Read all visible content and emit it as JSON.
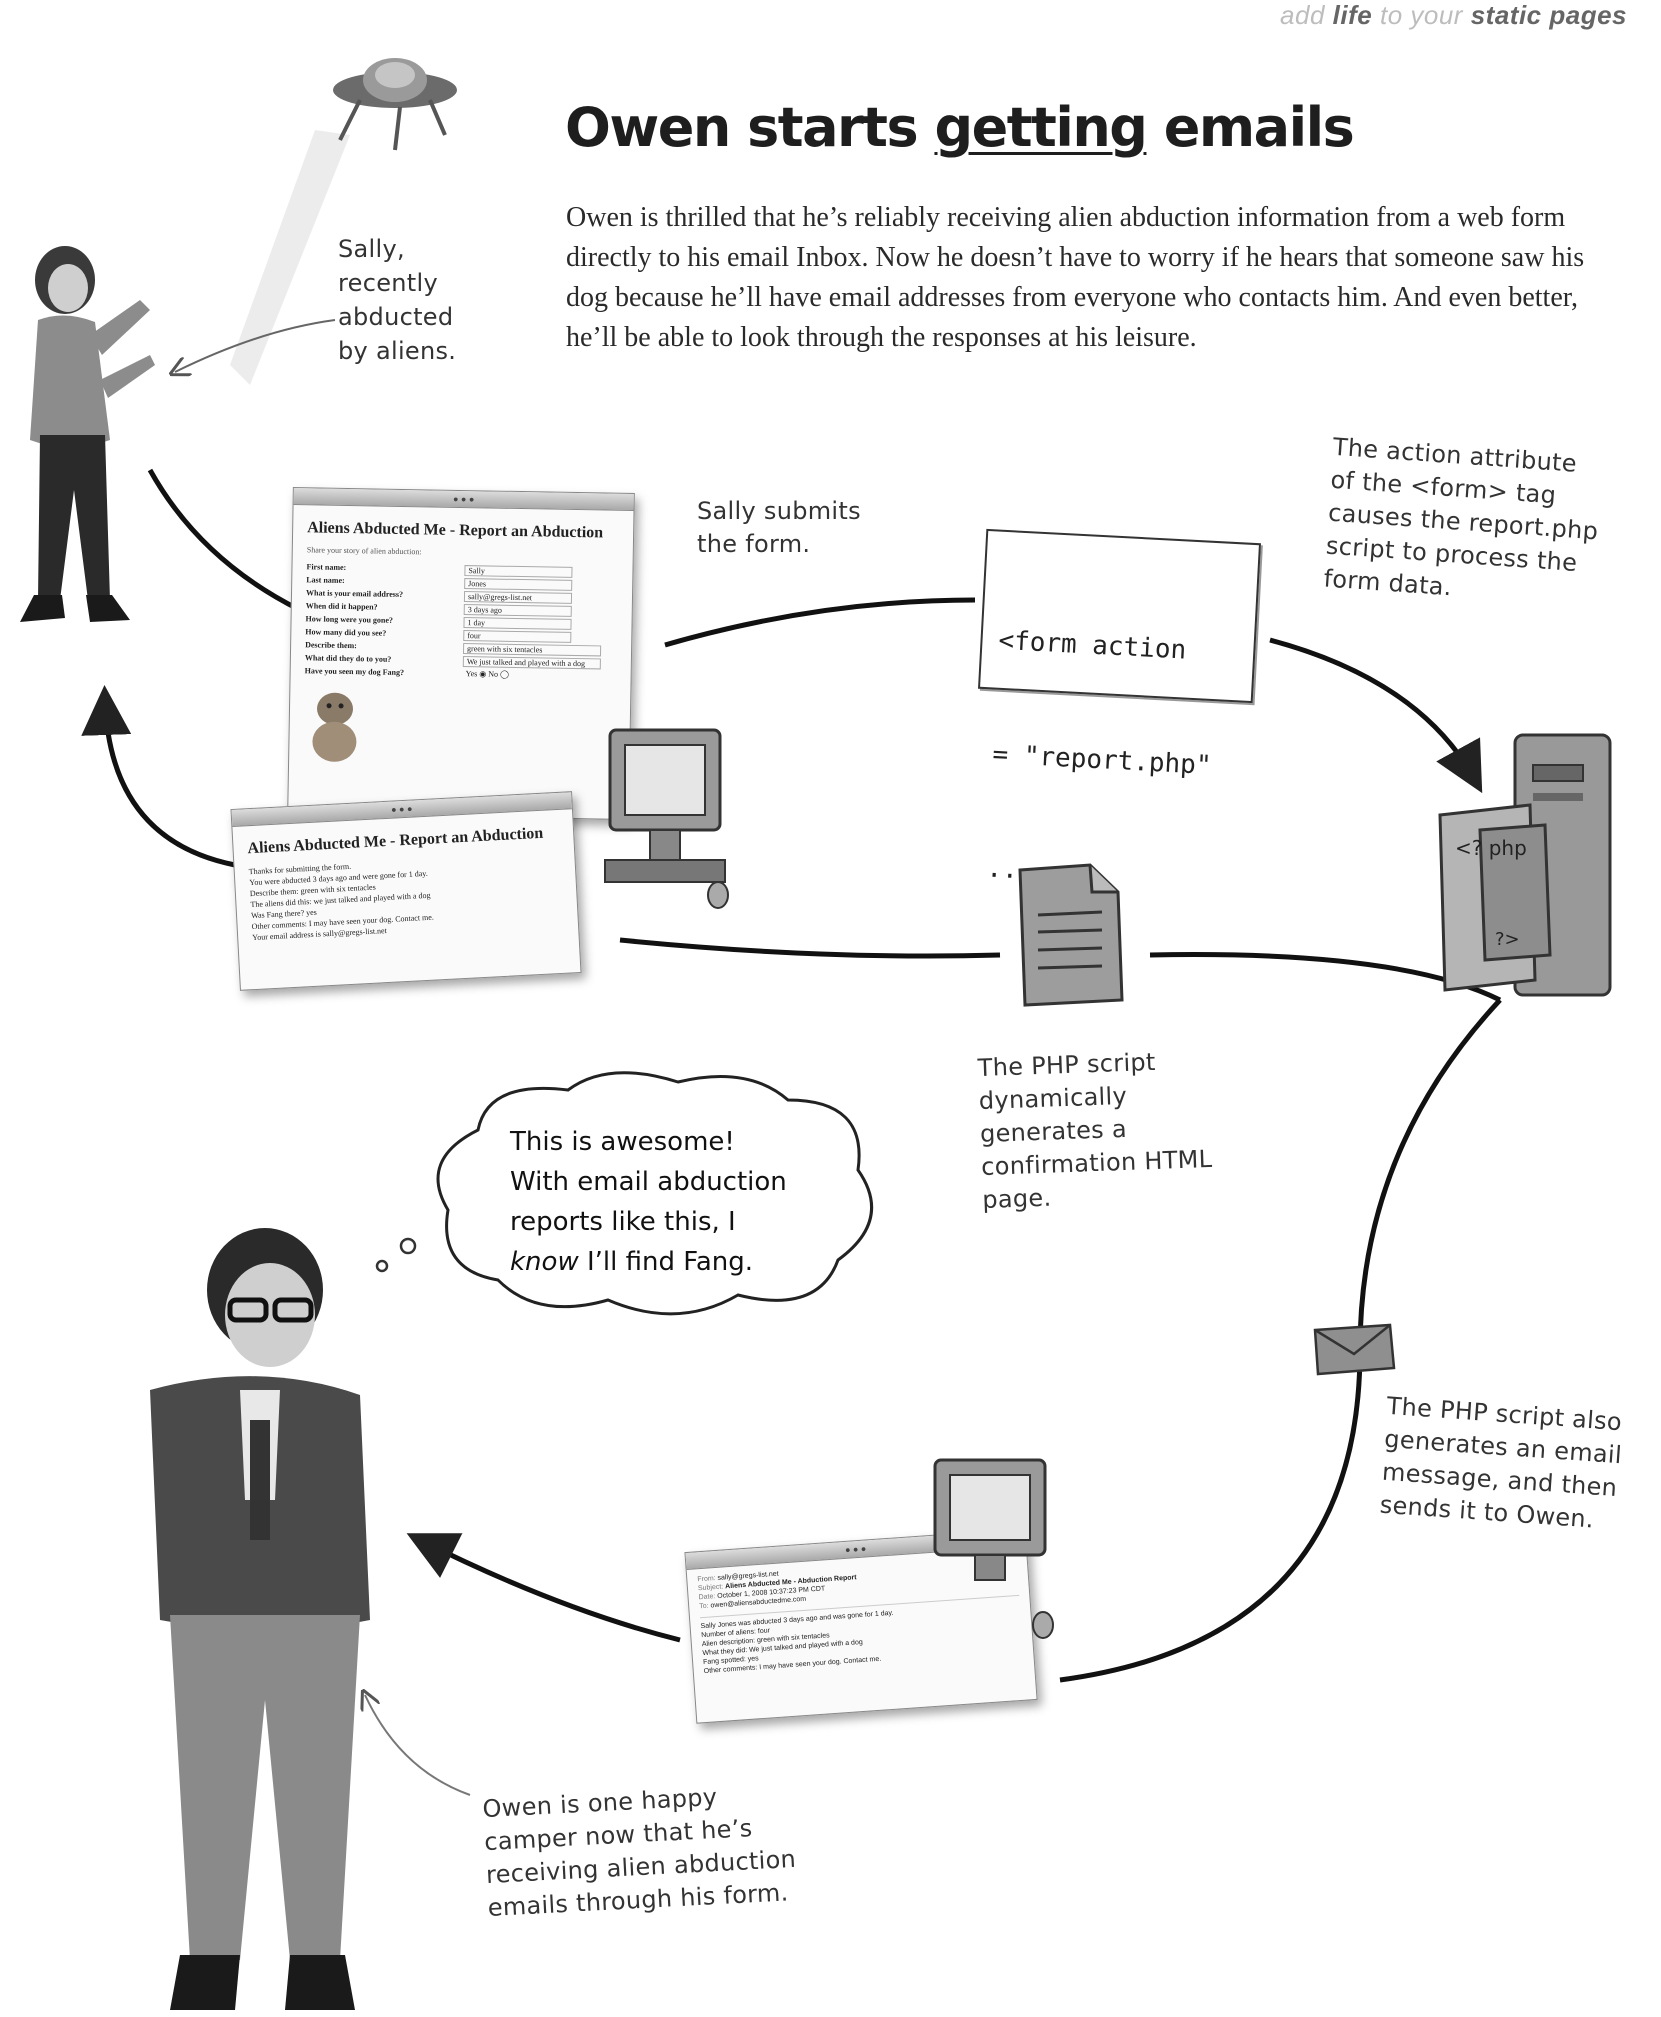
{
  "header": {
    "prefix": "add",
    "life": "life",
    "middle": "to your",
    "static": "static pages"
  },
  "page_title": {
    "before": "Owen starts",
    "underlined": "getting",
    "after": "emails"
  },
  "intro": "Owen is thrilled that he’s reliably receiving alien abduction information from a web form directly to his email Inbox. Now he doesn’t have to worry if he hears that someone saw his dog because he’ll have email addresses from everyone who contacts him. And even better, he’ll be able to look through the responses at his leisure.",
  "annotations": {
    "sally": [
      "Sally,",
      "recently",
      "abducted",
      "by aliens."
    ],
    "sally_submits": [
      "Sally submits",
      "the form."
    ],
    "action_attr": [
      "The action attribute",
      "of the <form> tag",
      "causes the report.php",
      "script to process the",
      "form data."
    ],
    "php_confirm": [
      "The PHP script",
      "dynamically",
      "generates a",
      "confirmation HTML",
      "page."
    ],
    "php_email": [
      "The PHP script also",
      "generates an email",
      "message, and then",
      "sends it to Owen."
    ],
    "owen_happy": [
      "Owen is one happy",
      "camper now that he’s",
      "receiving alien abduction",
      "emails through his form."
    ]
  },
  "code": {
    "line1": "<form action",
    "line2": "= \"report.php\"",
    "line3": "..."
  },
  "thought": {
    "line1": "This is awesome!",
    "line2": "With email abduction",
    "line3": "reports like this, I",
    "know": "know",
    "line4_rest": " I’ll find Fang."
  },
  "server_label_top": "<? php",
  "server_label_bottom": "?>",
  "form_window": {
    "title": "Aliens Abducted Me - Report an Abduction",
    "subtitle": "Share your story of alien abduction:",
    "fields": [
      {
        "label": "First name:",
        "value": "Sally"
      },
      {
        "label": "Last name:",
        "value": "Jones"
      },
      {
        "label": "What is your email address?",
        "value": "sally@gregs-list.net"
      },
      {
        "label": "When did it happen?",
        "value": "3 days ago"
      },
      {
        "label": "How long were you gone?",
        "value": "1 day"
      },
      {
        "label": "How many did you see?",
        "value": "four"
      },
      {
        "label": "Describe them:",
        "value": "green with six tentacles"
      },
      {
        "label": "What did they do to you?",
        "value": "We just talked and played with a dog"
      },
      {
        "label": "Have you seen my dog Fang?",
        "value": "Yes ◉ No ◯"
      }
    ]
  },
  "confirm_window": {
    "title": "Aliens Abducted Me - Report an Abduction",
    "lines": [
      "Thanks for submitting the form.",
      "You were abducted 3 days ago and were gone for 1 day.",
      "Describe them: green with six tentacles",
      "The aliens did this: we just talked and played with a dog",
      "Was Fang there? yes",
      "Other comments: I may have seen your dog. Contact me.",
      "Your email address is sally@gregs-list.net"
    ]
  },
  "email_window": {
    "headers": [
      {
        "label": "From:",
        "value": "sally@gregs-list.net"
      },
      {
        "label": "Subject:",
        "value": "Aliens Abducted Me - Abduction Report"
      },
      {
        "label": "Date:",
        "value": "October 1, 2008 10:37:23 PM CDT"
      },
      {
        "label": "To:",
        "value": "owen@aliensabductedme.com"
      }
    ],
    "body": [
      "Sally Jones was abducted 3 days ago and was gone for 1 day.",
      "Number of aliens: four",
      "Alien description: green with six tentacles",
      "What they did: We just talked and played with a dog",
      "Fang spotted: yes",
      "Other comments: I may have seen your dog. Contact me."
    ]
  }
}
